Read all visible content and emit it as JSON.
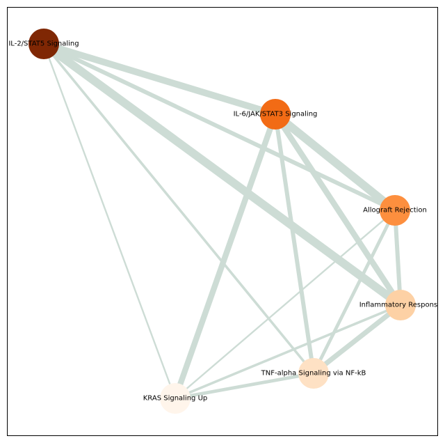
{
  "graph": {
    "edge_color": "#cddcd5",
    "nodes": [
      {
        "id": "il2",
        "label": "IL-2/STAT5 Signaling",
        "color": "#7f2704"
      },
      {
        "id": "il6",
        "label": "IL-6/JAK/STAT3 Signaling",
        "color": "#f26b15"
      },
      {
        "id": "allo",
        "label": "Allograft Rejection",
        "color": "#fd8f3e"
      },
      {
        "id": "infl",
        "label": "Inflammatory Response",
        "color": "#fdd1a5"
      },
      {
        "id": "tnf",
        "label": "TNF-alpha Signaling via NF-kB",
        "color": "#fee1c4"
      },
      {
        "id": "kras",
        "label": "KRAS Signaling Up",
        "color": "#fff5eb"
      }
    ],
    "edges": [
      {
        "source": "il2",
        "target": "il6",
        "weight": 8
      },
      {
        "source": "il2",
        "target": "allo",
        "weight": 5
      },
      {
        "source": "il2",
        "target": "infl",
        "weight": 10
      },
      {
        "source": "il2",
        "target": "tnf",
        "weight": 3
      },
      {
        "source": "il2",
        "target": "kras",
        "weight": 2
      },
      {
        "source": "il6",
        "target": "allo",
        "weight": 10
      },
      {
        "source": "il6",
        "target": "infl",
        "weight": 7
      },
      {
        "source": "il6",
        "target": "tnf",
        "weight": 5
      },
      {
        "source": "il6",
        "target": "kras",
        "weight": 7
      },
      {
        "source": "allo",
        "target": "infl",
        "weight": 5
      },
      {
        "source": "allo",
        "target": "tnf",
        "weight": 4
      },
      {
        "source": "allo",
        "target": "kras",
        "weight": 2
      },
      {
        "source": "infl",
        "target": "tnf",
        "weight": 6
      },
      {
        "source": "infl",
        "target": "kras",
        "weight": 3
      },
      {
        "source": "tnf",
        "target": "kras",
        "weight": 4
      }
    ]
  }
}
